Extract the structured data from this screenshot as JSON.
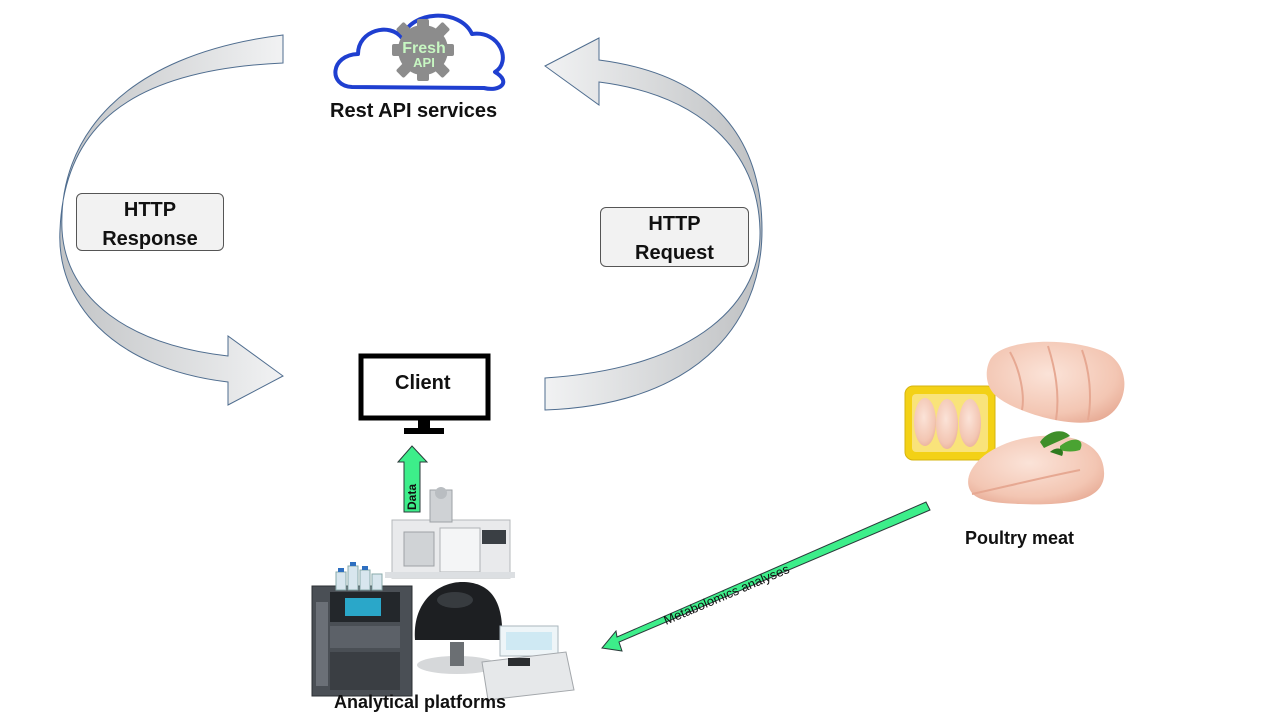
{
  "service": {
    "logo_line1": "Fresh",
    "logo_line2": "API",
    "label": "Rest API services"
  },
  "http_response": {
    "line1": "HTTP",
    "line2": "Response"
  },
  "http_request": {
    "line1": "HTTP",
    "line2": "Request"
  },
  "client": {
    "label": "Client"
  },
  "data_arrow": {
    "label": "Data"
  },
  "metabolomics_arrow": {
    "label": "Metabolomics analyses"
  },
  "poultry": {
    "label": "Poultry meat"
  },
  "platforms": {
    "label": "Analytical platforms"
  },
  "colors": {
    "arrow_fill": "#dcdedf",
    "arrow_stroke": "#4f6d8f",
    "green_fill": "#3dee8a",
    "cloud_stroke": "#1f3fd0",
    "gear": "#8c8c8c",
    "tray": "#f3d116"
  }
}
